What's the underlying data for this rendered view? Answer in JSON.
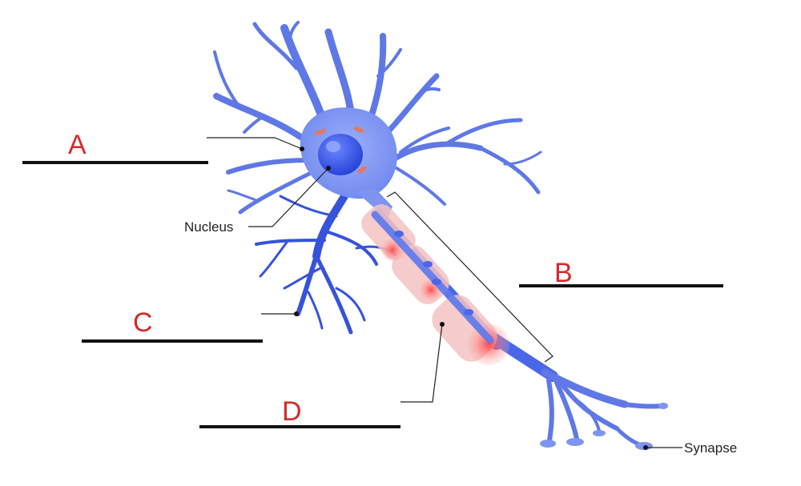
{
  "labels": {
    "nucleus": "Nucleus",
    "synapse": "Synapse",
    "blank_a": "A",
    "blank_b": "B",
    "blank_c": "C",
    "blank_d": "D"
  },
  "colors": {
    "cell_body": "#7d94f1",
    "dendrite": "#5f78e6",
    "nucleus": "#3552e0",
    "myelin": "#f5b9b9",
    "node": "#f06a6a",
    "letter": "#d42a2a"
  }
}
